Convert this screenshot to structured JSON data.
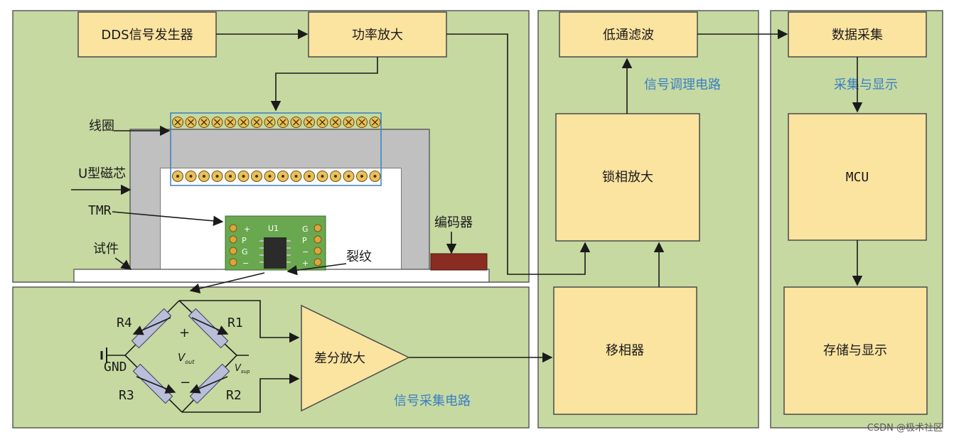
{
  "blocks": {
    "dds": "DDS信号发生器",
    "power_amp": "功率放大",
    "lowpass": "低通滤波",
    "data_acq": "数据采集",
    "lockin": "锁相放大",
    "mcu": "MCU",
    "phase_shifter": "移相器",
    "storage": "存储与显示",
    "diff_amp": "差分放大"
  },
  "sections": {
    "signal_conditioning": "信号调理电路",
    "acq_display": "采集与显示",
    "signal_acquisition": "信号采集电路"
  },
  "labels": {
    "coil": "线圈",
    "u_core": "U型磁芯",
    "tmr": "TMR",
    "specimen": "试件",
    "encoder": "编码器",
    "crack": "裂纹",
    "chip": "U1",
    "pcb_left": [
      "+",
      "P",
      "G",
      "−"
    ],
    "pcb_right": [
      "G",
      "P",
      "−",
      "+"
    ]
  },
  "bridge": {
    "r1": "R1",
    "r2": "R2",
    "r3": "R3",
    "r4": "R4",
    "gnd": "GND",
    "plus": "+",
    "minus": "−",
    "vout_main": "V",
    "vout_sub": "out",
    "vsup_main": "V",
    "vsup_sub": "sup"
  },
  "watermark": "CSDN @极术社区",
  "colors": {
    "panel": "#c6d9a1",
    "block": "#fbe3a0",
    "section_label": "#3a7fc4",
    "pcb": "#6aa84f",
    "encoder": "#8b2c22",
    "core": "#c0c0c0"
  }
}
